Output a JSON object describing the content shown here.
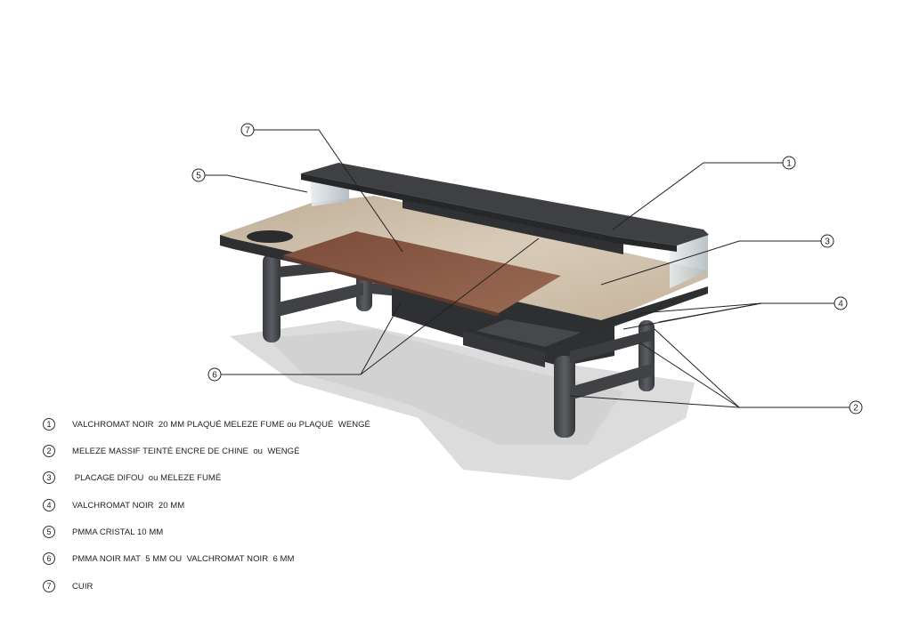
{
  "callouts": [
    {
      "num": "1"
    },
    {
      "num": "2"
    },
    {
      "num": "3"
    },
    {
      "num": "4"
    },
    {
      "num": "5"
    },
    {
      "num": "6"
    },
    {
      "num": "7"
    }
  ],
  "legend": [
    {
      "num": "1",
      "text": "VALCHROMAT NOIR  20 MM PLAQUÉ MELEZE FUME ou PLAQUÉ  WENGÉ"
    },
    {
      "num": "2",
      "text": "MELEZE MASSIF TEINTÉ ENCRE DE CHINE  ou  WENGÉ"
    },
    {
      "num": "3",
      "text": " PLACAGE DIFOU  ou MELEZE FUMÉ"
    },
    {
      "num": "4",
      "text": "VALCHROMAT NOIR  20 MM"
    },
    {
      "num": "5",
      "text": "PMMA CRISTAL 10 MM"
    },
    {
      "num": "6",
      "text": "PMMA NOIR MAT  5 MM OU  VALCHROMAT NOIR  6 MM"
    },
    {
      "num": "7",
      "text": "CUIR"
    }
  ],
  "colors": {
    "wood_top": "#c9b8a2",
    "leather": "#8a5a45",
    "dark_board": "#3a3a3c",
    "legs": "#46484b",
    "shadow": "#d9d9d9",
    "glass": "#d6dde0"
  }
}
